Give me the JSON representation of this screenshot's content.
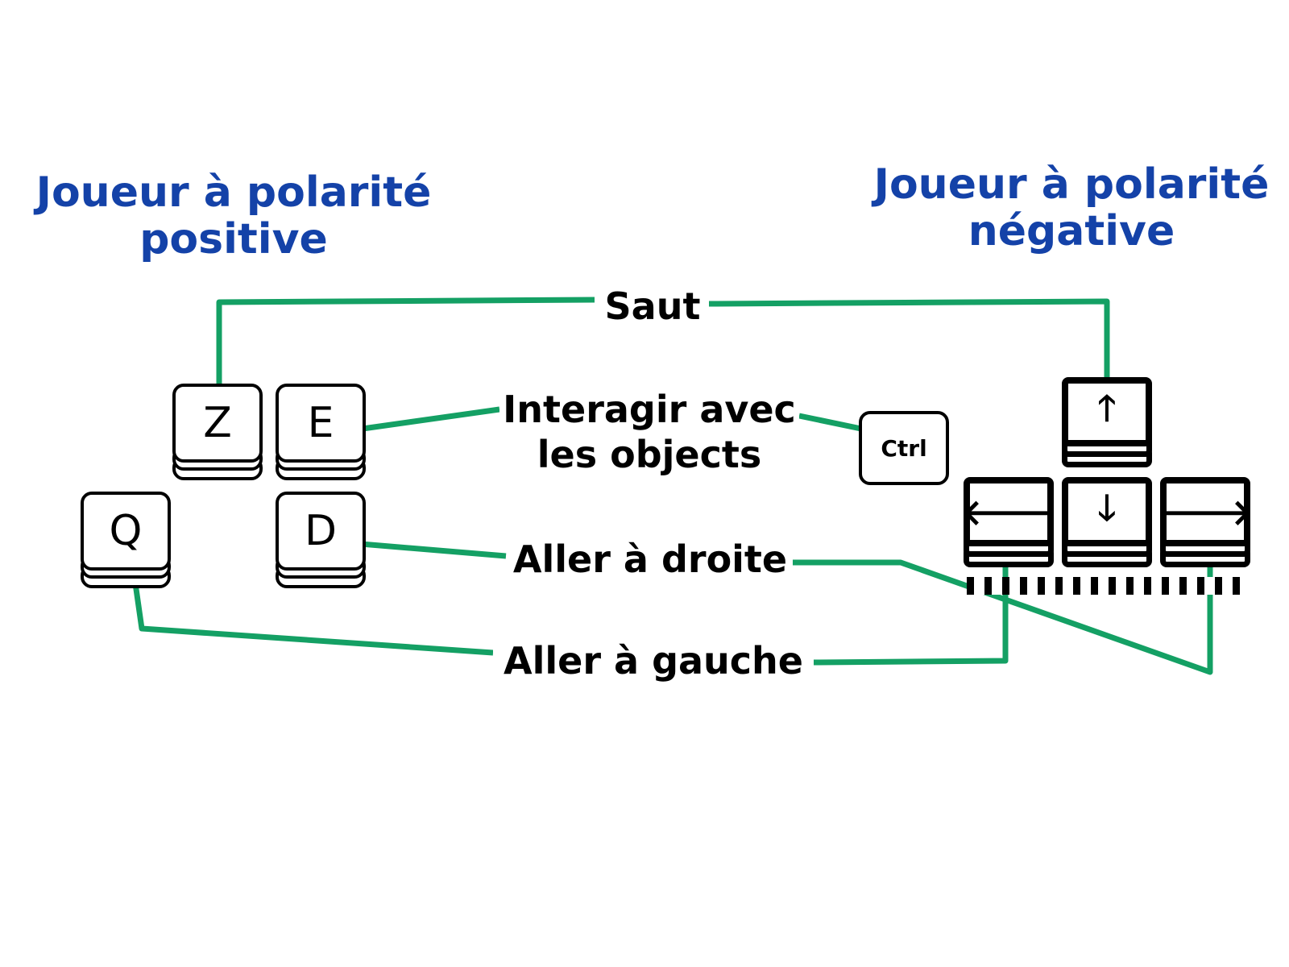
{
  "titles": {
    "left": [
      "Joueur à polarité",
      "positive"
    ],
    "right": [
      "Joueur à polarité",
      "négative"
    ]
  },
  "actions": {
    "jump": "Saut",
    "interact": [
      "Interagir avec",
      "les objects"
    ],
    "right": "Aller à droite",
    "left": "Aller à gauche"
  },
  "keys": {
    "z": "Z",
    "e": "E",
    "q": "Q",
    "d": "D",
    "ctrl": "Ctrl"
  },
  "arrows": {
    "up": "🡑",
    "left": "🡐",
    "down": "🡓",
    "right": "🡒"
  },
  "colors": {
    "title": "#1442a8",
    "connector": "#14a064",
    "text": "#000000"
  }
}
